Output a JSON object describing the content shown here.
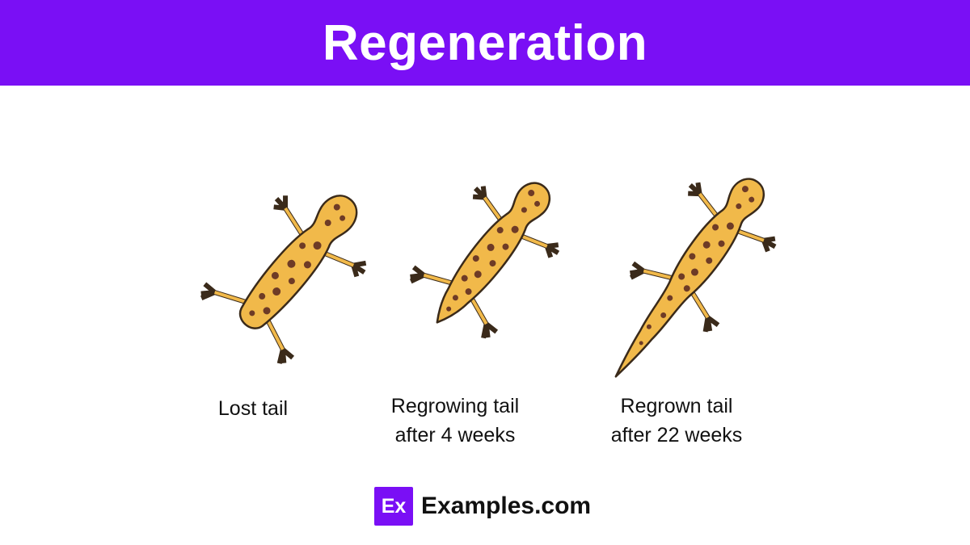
{
  "header": {
    "title": "Regeneration"
  },
  "colors": {
    "header_bg": "#7a0ff5",
    "gecko_body": "#f1b94a",
    "gecko_outline": "#3a2a1a",
    "gecko_spots": "#6e3b26"
  },
  "stages": [
    {
      "label_line1": "Lost tail",
      "label_line2": ""
    },
    {
      "label_line1": "Regrowing tail",
      "label_line2": "after 4 weeks"
    },
    {
      "label_line1": "Regrown tail",
      "label_line2": "after 22 weeks"
    }
  ],
  "footer": {
    "logo_text": "Ex",
    "site_name": "Examples.com"
  }
}
